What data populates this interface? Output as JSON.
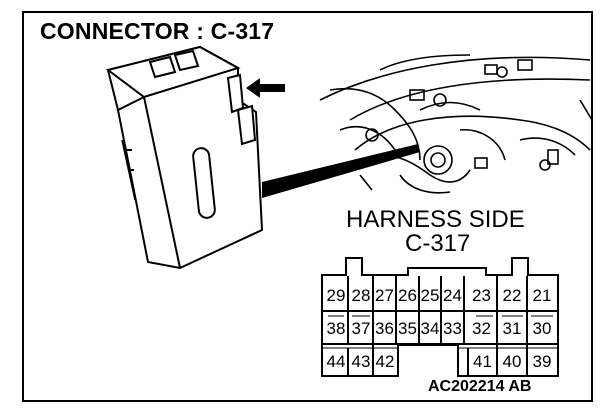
{
  "title": "CONNECTOR : C-317",
  "harness": {
    "label": "HARNESS SIDE",
    "connector_id": "C-317"
  },
  "pins": {
    "row1": [
      "29",
      "28",
      "27",
      "26",
      "25",
      "24",
      "23",
      "22",
      "21"
    ],
    "row2": [
      "38",
      "37",
      "36",
      "35",
      "34",
      "33",
      "32",
      "31",
      "30"
    ],
    "row3": [
      "44",
      "43",
      "42",
      "41",
      "40",
      "39"
    ]
  },
  "reference_code": "AC202214 AB"
}
